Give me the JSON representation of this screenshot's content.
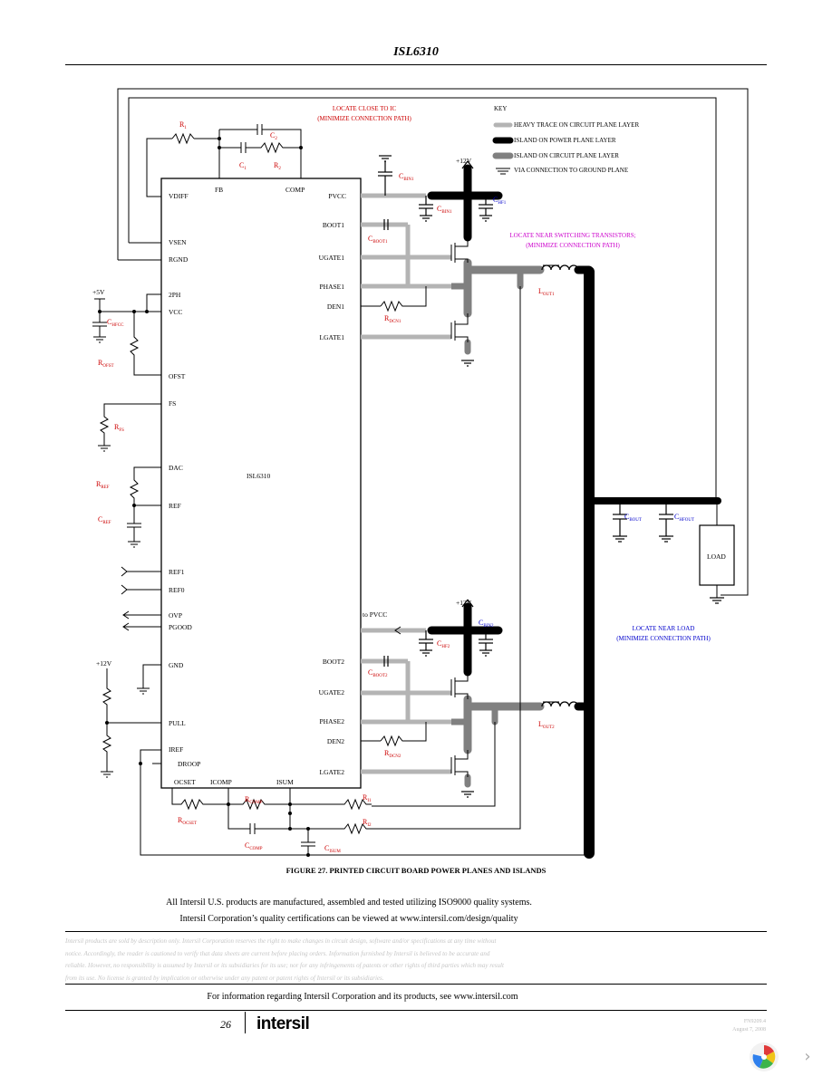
{
  "header": {
    "title": "ISL6310"
  },
  "key": {
    "title": "KEY",
    "items": [
      "HEAVY TRACE ON CIRCUIT PLANE LAYER",
      "ISLAND ON POWER PLANE LAYER",
      "ISLAND ON CIRCUIT PLANE LAYER",
      "VIA CONNECTION TO GROUND PLANE"
    ],
    "colors": {
      "heavy_trace": "#b4b4b4",
      "power_island": "#000000",
      "circuit_island": "#808080"
    }
  },
  "notes": {
    "close_ic": [
      "LOCATE CLOSE TO IC",
      "(MINIMIZE CONNECTION PATH)"
    ],
    "near_switch": [
      "LOCATE NEAR SWITCHING TRANSISTORS;",
      "(MINIMIZE CONNECTION PATH)"
    ],
    "near_load": [
      "LOCATE NEAR LOAD",
      "(MINIMIZE CONNECTION PATH)"
    ],
    "colors": {
      "close_ic": "#cc0000",
      "near_switch": "#cc00cc",
      "near_load": "#0000cc",
      "component": "#cc0000"
    }
  },
  "ic": {
    "name": "ISL6310",
    "pins_left": [
      "VDIFF",
      "VSEN",
      "RGND",
      "2PH",
      "VCC",
      "OFST",
      "FS",
      "DAC",
      "REF",
      "REF1",
      "REF0",
      "OVP",
      "PGOOD",
      "GND",
      "PULL",
      "IREF",
      "DROOP"
    ],
    "pins_right": [
      "PVCC",
      "BOOT1",
      "UGATE1",
      "PHASE1",
      "DEN1",
      "LGATE1",
      "BOOT2",
      "UGATE2",
      "PHASE2",
      "DEN2",
      "LGATE2"
    ],
    "pins_top": [
      "FB",
      "COMP"
    ],
    "pins_bottom": [
      "OCSET",
      "ICOMP",
      "ISUM"
    ]
  },
  "components": {
    "r1": "R",
    "r1_sub": "1",
    "c2": "C",
    "c2_sub": "2",
    "c1": "C",
    "c1_sub": "1",
    "r2": "R",
    "r2_sub": "2",
    "cbin1": "C",
    "cbin1_sub": "BIN1",
    "cbin1b": "C",
    "cbin1b_sub": "BIN1",
    "chf1": "C",
    "chf1_sub": "HF1",
    "cboot1": "C",
    "cboot1_sub": "BOOT1",
    "rdcn1": "R",
    "rdcn1_sub": "DCN1",
    "lout1": "L",
    "lout1_sub": "OUT1",
    "chfcc": "C",
    "chfcc_sub": "HFCC",
    "rofst": "R",
    "rofst_sub": "OFST",
    "rfs": "R",
    "rfs_sub": "FS",
    "rref": "R",
    "rref_sub": "REF",
    "cref": "C",
    "cref_sub": "REF",
    "cbout": "C",
    "cbout_sub": "BOUT",
    "chfout": "C",
    "chfout_sub": "HFOUT",
    "cbin2": "C",
    "cbin2_sub": "BIN2",
    "chf2": "C",
    "chf2_sub": "HF2",
    "cboot2": "C",
    "cboot2_sub": "BOOT2",
    "rdcn2": "R",
    "rdcn2_sub": "DCN2",
    "lout2": "L",
    "lout2_sub": "OUT2",
    "rocset": "R",
    "rocset_sub": "OCSET",
    "rcomp": "R",
    "rcomp_sub": "COMP",
    "ccomp": "C",
    "ccomp_sub": "COMP",
    "rd1": "R",
    "rd1_sub": "I1",
    "rd2": "R",
    "rd2_sub": "I2",
    "csum": "C",
    "csum_sub": "ISUM"
  },
  "rails": {
    "v5": "+5V",
    "v12": "+12V",
    "to_pvcc": "to PVCC"
  },
  "load": "LOAD",
  "figure_caption": "FIGURE 27. PRINTED CIRCUIT BOARD POWER PLANES AND ISLANDS",
  "quality": [
    "All Intersil U.S. products are manufactured, assembled and tested utilizing ISO9000 quality systems.",
    "Intersil Corporation’s quality certifications can be viewed at www.intersil.com/design/quality"
  ],
  "disclaimer": [
    "Intersil products are sold by description only. Intersil Corporation reserves the right to make changes in circuit design, software and/or specifications at any time without",
    "notice. Accordingly, the reader is cautioned to verify that data sheets are current before placing orders. Information furnished by Intersil is believed to be accurate and",
    "reliable. However, no responsibility is assumed by Intersil or its subsidiaries for its use; nor for any infringements of patents or other rights of third parties which may result",
    "from its use. No license is granted by implication or otherwise under any patent or patent rights of Intersil or its subsidiaries."
  ],
  "info_line": "For information regarding Intersil Corporation and its products, see www.intersil.com",
  "footer": {
    "page_number": "26",
    "logo": "intersil",
    "doc_number": "FN9209.4",
    "date": "August 7, 2008"
  },
  "nav": {
    "next_icon": "chevron-right-icon",
    "viewer_icon": "pinwheel-logo-icon"
  }
}
